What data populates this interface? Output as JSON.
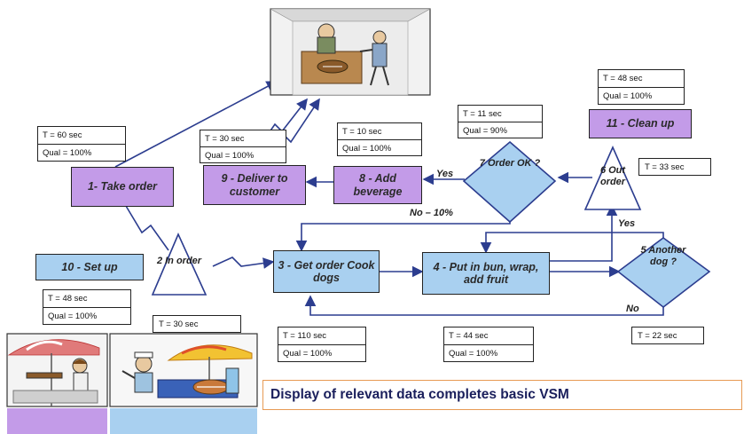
{
  "processes": {
    "take_order": "1- Take order",
    "get_order_cook": "3 - Get order Cook dogs",
    "put_in_bun": "4 - Put in bun, wrap, add fruit",
    "add_beverage": "8 - Add beverage",
    "deliver": "9 - Deliver to customer",
    "set_up": "10 - Set up",
    "clean_up": "11 - Clean up"
  },
  "inventory": {
    "in_order": "2 In order",
    "out_order": "6 Out order"
  },
  "decisions": {
    "another_dog": "5 Another dog ?",
    "order_ok": "7 Order OK ?"
  },
  "data_boxes": {
    "take_order": {
      "t": "T = 60 sec",
      "q": "Qual = 100%"
    },
    "deliver": {
      "t": "T = 30 sec",
      "q": "Qual = 100%"
    },
    "add_beverage": {
      "t": "T = 10 sec",
      "q": "Qual = 100%"
    },
    "order_ok": {
      "t": "T = 11 sec",
      "q": "Qual = 90%"
    },
    "clean_up": {
      "t": "T = 48 sec",
      "q": "Qual = 100%"
    },
    "out_order": {
      "t": "T = 33 sec"
    },
    "set_up": {
      "t": "T = 48 sec",
      "q": "Qual = 100%"
    },
    "stand": {
      "t": "T = 30 sec"
    },
    "cook": {
      "t": "T = 110 sec",
      "q": "Qual = 100%"
    },
    "bun": {
      "t": "T = 44 sec",
      "q": "Qual = 100%"
    },
    "another_dog": {
      "t": "T = 22 sec"
    }
  },
  "flow_labels": {
    "yes_beverage": "Yes",
    "no_rework": "No – 10%",
    "yes_out": "Yes",
    "no_another": "No"
  },
  "banner": "Display of relevant data  completes basic VSM",
  "colors": {
    "process_purple": "#c39be8",
    "process_blue": "#a9d0f0",
    "banner_border": "#e79a54",
    "banner_text": "#1a1f5c"
  },
  "icons": [
    "customer-counter-illustration",
    "vendor-umbrella-illustration",
    "hotdog-stand-illustration"
  ]
}
